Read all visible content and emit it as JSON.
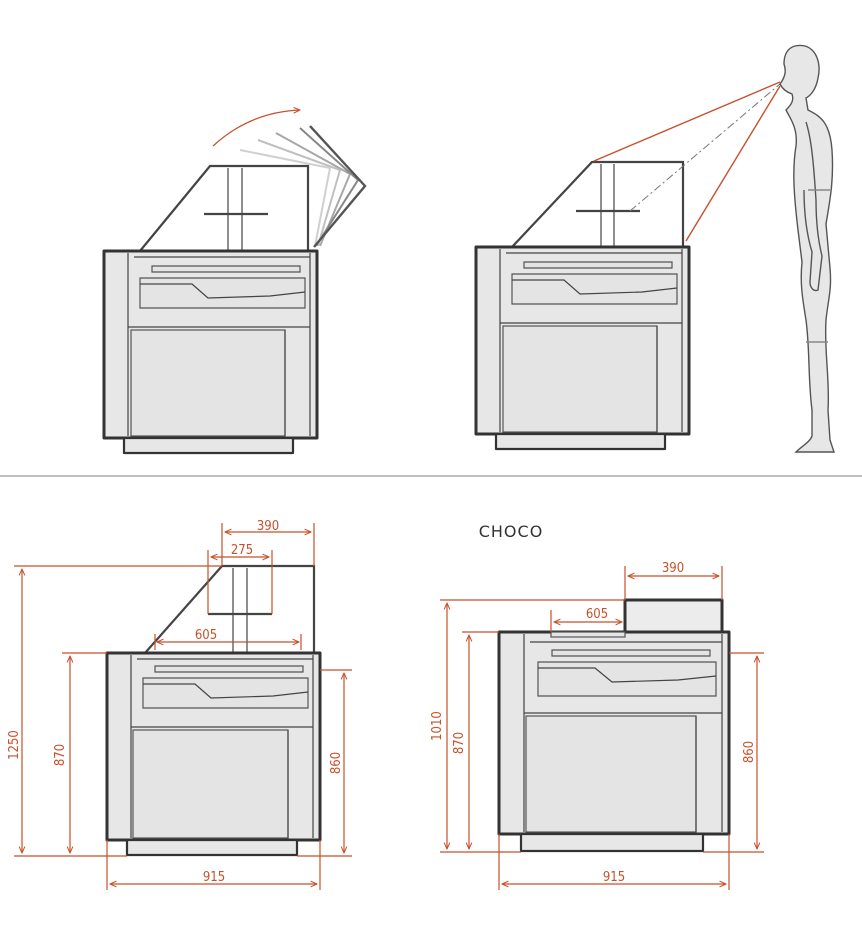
{
  "title": "CHOCO",
  "colors": {
    "dimension": "#c8502a",
    "outline": "#333333",
    "fill": "#e7e7e7"
  },
  "dims_a": {
    "d390": "390",
    "d275": "275",
    "d605": "605",
    "d1250": "1250",
    "d870": "870",
    "d860": "860",
    "d915": "915"
  },
  "dims_b": {
    "d390": "390",
    "d605": "605",
    "d1010": "1010",
    "d870": "870",
    "d860": "860",
    "d915": "915"
  }
}
